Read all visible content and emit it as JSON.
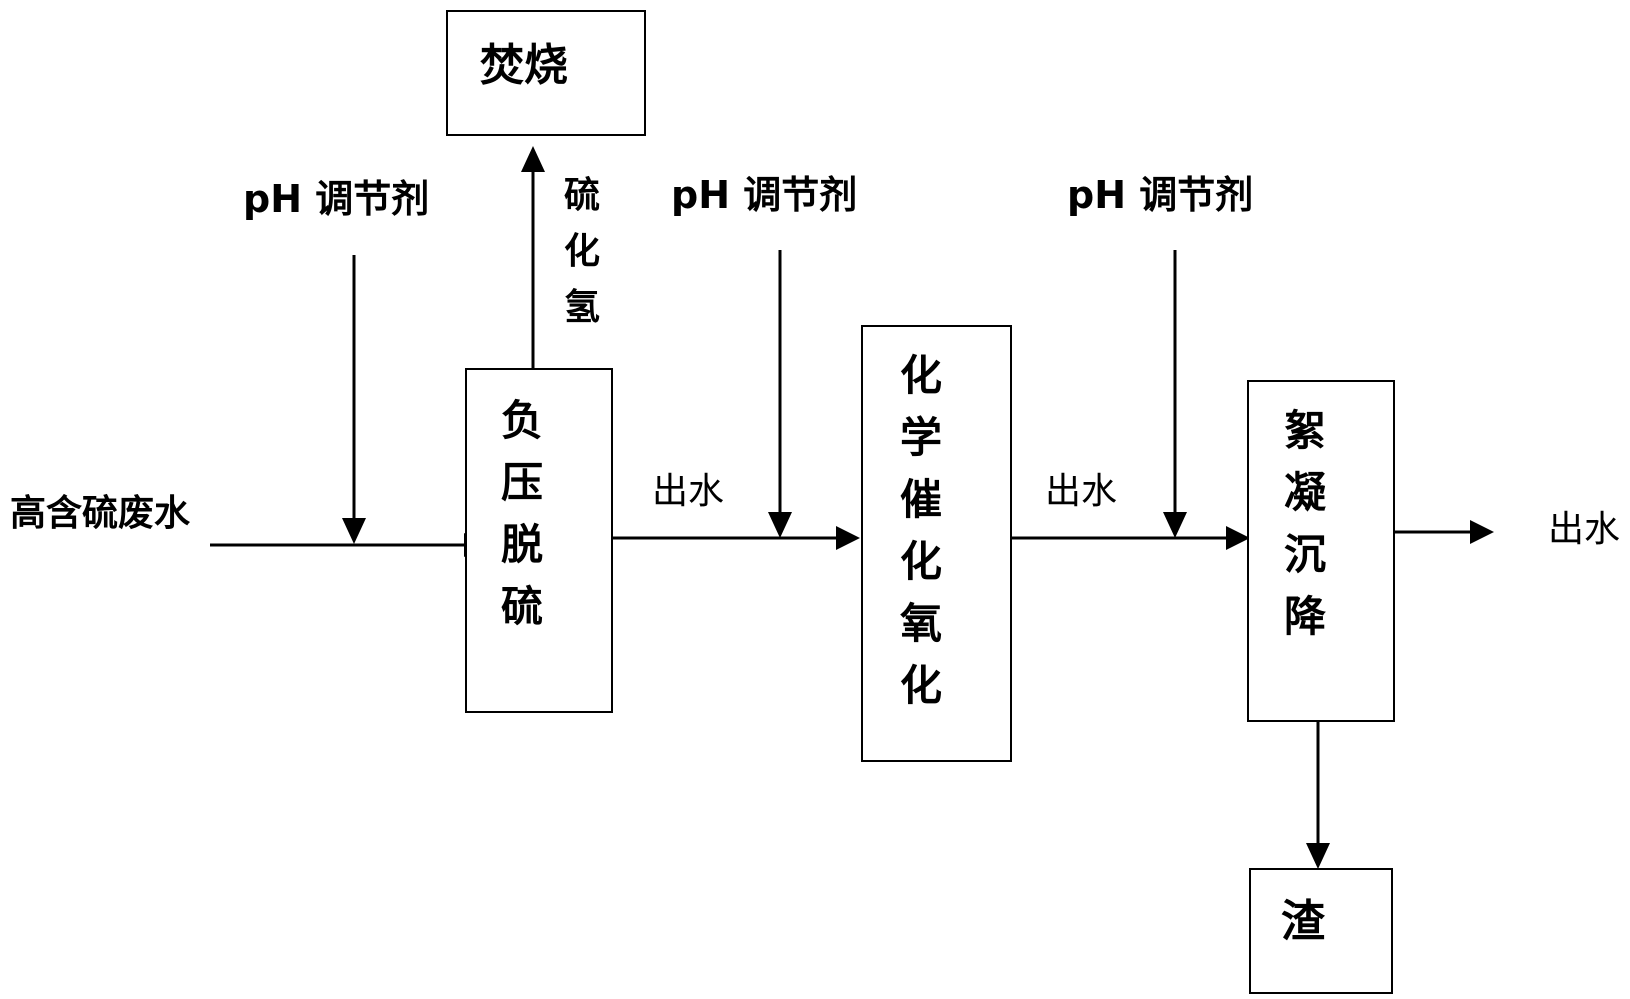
{
  "nodes": {
    "incineration": "焚烧",
    "vacuum_desulfurization": "负\n压\n脱\n硫",
    "catalytic_oxidation": "化\n学\n催\n化\n氧\n化",
    "coagulation_sedimentation": "絮\n凝\n沉\n降",
    "residue": "渣"
  },
  "labels": {
    "feed": "高含硫废水",
    "ph_agent_1": "pH 调节剂",
    "ph_agent_2": "pH 调节剂",
    "ph_agent_3": "pH 调节剂",
    "h2s": "硫\n化\n氢",
    "effluent_1": "出水",
    "effluent_2": "出水",
    "final_effluent": "出水"
  }
}
